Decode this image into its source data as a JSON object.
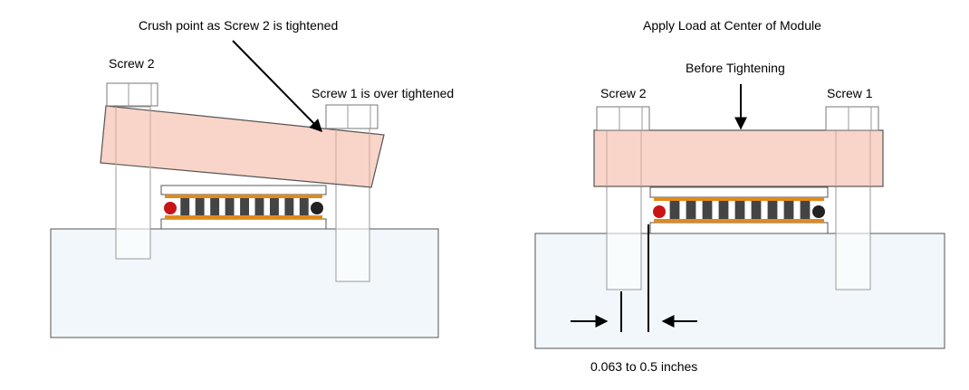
{
  "left_panel": {
    "callout_crush": "Crush point as Screw 2 is tightened",
    "screw2_label": "Screw 2",
    "screw1_label": "Screw 1 is over tightened"
  },
  "right_panel": {
    "title": "Apply Load at Center of Module",
    "before_label": "Before Tightening",
    "screw2_label": "Screw 2",
    "screw1_label": "Screw 1",
    "gap_label": "0.063 to 0.5 inches"
  },
  "colors": {
    "base_fill": "#f1f7fa",
    "lid_fill": "#f8cdbf",
    "lid_stroke": "#d06a50",
    "screw_stroke": "#9a9a9a",
    "contact_pin": "#444444",
    "contact_band": "#e08a1e",
    "ball_red": "#c81414"
  }
}
